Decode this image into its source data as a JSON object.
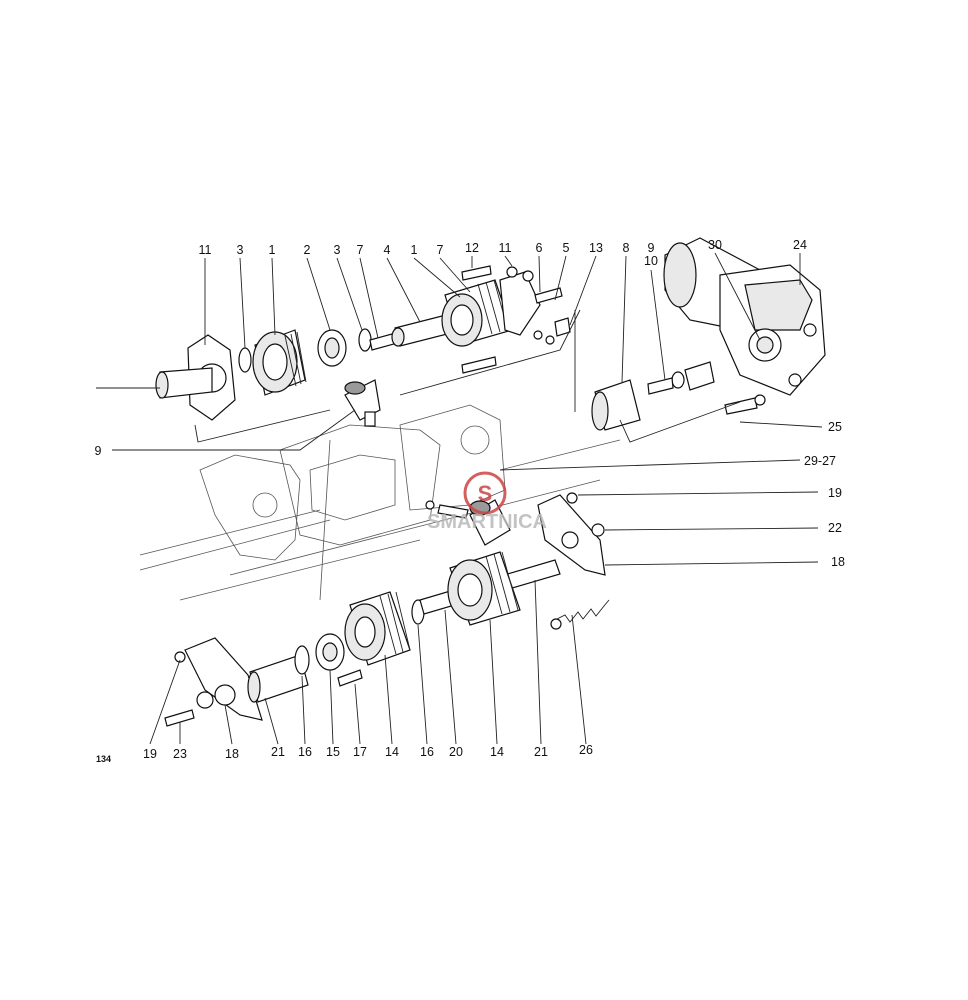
{
  "page_number": "134",
  "watermark": {
    "logo_letter": "S",
    "name": "SMARTNICA",
    "sub": ""
  },
  "callouts": [
    {
      "id": "c-top-11a",
      "text": "11"
    },
    {
      "id": "c-top-3a",
      "text": "3"
    },
    {
      "id": "c-top-1a",
      "text": "1"
    },
    {
      "id": "c-top-2",
      "text": "2"
    },
    {
      "id": "c-top-3b",
      "text": "3"
    },
    {
      "id": "c-top-7a",
      "text": "7"
    },
    {
      "id": "c-top-4",
      "text": "4"
    },
    {
      "id": "c-top-1b",
      "text": "1"
    },
    {
      "id": "c-top-7b",
      "text": "7"
    },
    {
      "id": "c-top-12",
      "text": "12"
    },
    {
      "id": "c-top-11b",
      "text": "11"
    },
    {
      "id": "c-top-6",
      "text": "6"
    },
    {
      "id": "c-top-5",
      "text": "5"
    },
    {
      "id": "c-top-13",
      "text": "13"
    },
    {
      "id": "c-top-8",
      "text": "8"
    },
    {
      "id": "c-top-9",
      "text": "9"
    },
    {
      "id": "c-top-10",
      "text": "10"
    },
    {
      "id": "c-top-30",
      "text": "30"
    },
    {
      "id": "c-top-24",
      "text": "24"
    },
    {
      "id": "c-left-9",
      "text": "9"
    },
    {
      "id": "c-right-25",
      "text": "25"
    },
    {
      "id": "c-right-2927",
      "text": "29-27"
    },
    {
      "id": "c-right-19",
      "text": "19"
    },
    {
      "id": "c-right-22",
      "text": "22"
    },
    {
      "id": "c-right-18",
      "text": "18"
    },
    {
      "id": "c-bot-19",
      "text": "19"
    },
    {
      "id": "c-bot-23",
      "text": "23"
    },
    {
      "id": "c-bot-18",
      "text": "18"
    },
    {
      "id": "c-bot-21a",
      "text": "21"
    },
    {
      "id": "c-bot-16a",
      "text": "16"
    },
    {
      "id": "c-bot-15",
      "text": "15"
    },
    {
      "id": "c-bot-17",
      "text": "17"
    },
    {
      "id": "c-bot-14a",
      "text": "14"
    },
    {
      "id": "c-bot-16b",
      "text": "16"
    },
    {
      "id": "c-bot-20",
      "text": "20"
    },
    {
      "id": "c-bot-14b",
      "text": "14"
    },
    {
      "id": "c-bot-21b",
      "text": "21"
    },
    {
      "id": "c-bot-26",
      "text": "26"
    }
  ]
}
